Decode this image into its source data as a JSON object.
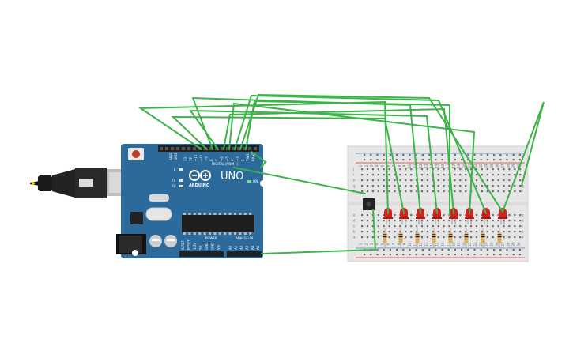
{
  "board": {
    "brand": "ARDUINO",
    "model": "UNO",
    "header_digital": "DIGITAL (PWM~)",
    "header_power": "POWER",
    "header_analog": "ANALOG IN",
    "led_l": "L",
    "led_tx": "TX",
    "led_rx": "RX",
    "led_on": "ON",
    "aref": "AREF",
    "gnd": "GND",
    "pins_digital": [
      "13",
      "12",
      "~11",
      "~10",
      "~9",
      "8",
      "7",
      "~6",
      "~5",
      "4",
      "~3",
      "2",
      "TX▸1",
      "RX◂0"
    ],
    "pins_power": [
      "IOREF",
      "RESET",
      "3.3V",
      "5V",
      "GND",
      "GND",
      "Vin"
    ],
    "pins_analog": [
      "A0",
      "A1",
      "A2",
      "A3",
      "A4",
      "A5"
    ],
    "color_board": "#2b6a9a",
    "color_wire": "#3db34a"
  },
  "breadboard": {
    "columns": [
      "1",
      "2",
      "3",
      "4",
      "5",
      "6",
      "7",
      "8",
      "9",
      "10",
      "11",
      "12",
      "13",
      "14",
      "15",
      "16",
      "17",
      "18",
      "19",
      "20",
      "21",
      "22",
      "23",
      "24",
      "25",
      "26",
      "27",
      "28",
      "29",
      "30"
    ],
    "rows": [
      "j",
      "i",
      "h",
      "g",
      "f",
      "e",
      "d",
      "c",
      "b",
      "a"
    ],
    "leds": 8,
    "color_led": "#d42020"
  }
}
